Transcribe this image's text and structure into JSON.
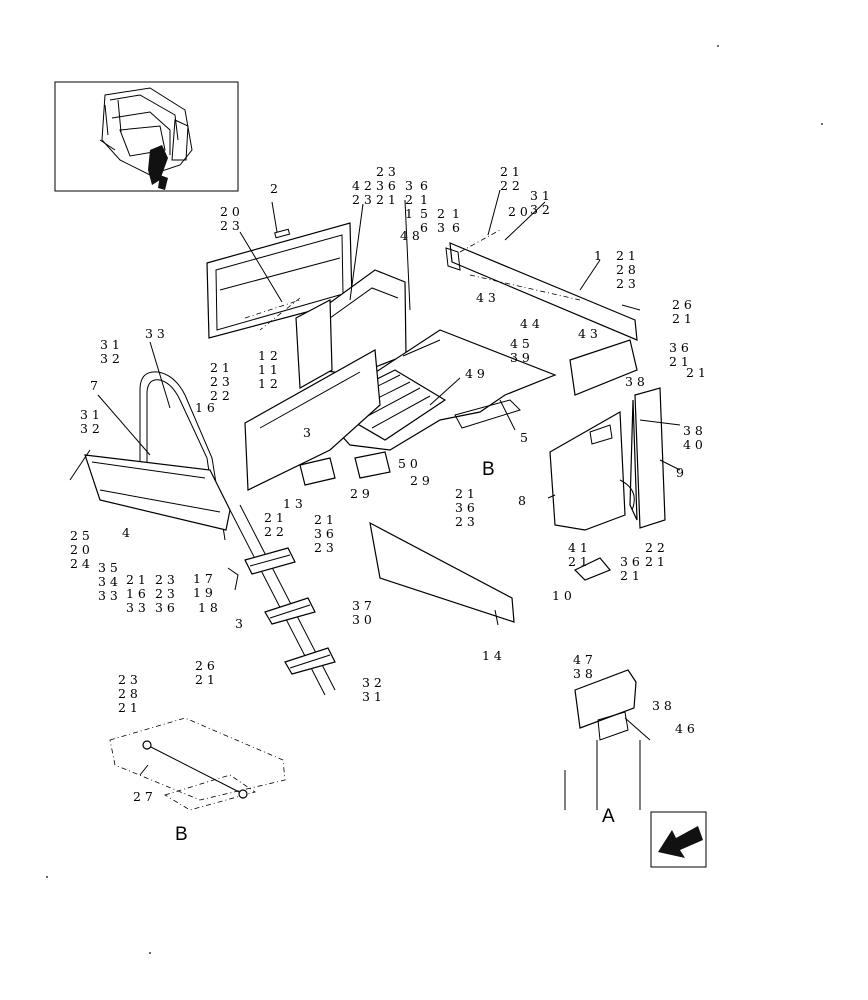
{
  "view_labels": {
    "b_main": "B",
    "b_detail": "B",
    "a_detail": "A"
  },
  "callouts": {
    "c1": "2",
    "c2": "2 0\n2 3",
    "c3": "4 2\n2 3",
    "c4": "2 3\n3 6\n2 1",
    "c5": "3\n2\n1",
    "c6": "6\n1\n5\n6",
    "c7": "2\n3",
    "c8": "1\n6",
    "c9": "4 8",
    "c10": "2 1\n2 2",
    "c11": "2 0",
    "c12": "3 1\n3 2",
    "c13": "1",
    "c14": "2 1\n2 8\n2 3",
    "c15": "2 6\n2 1",
    "c16": "3 3",
    "c17": "3 1\n3 2",
    "c18": "1 2\n1 1\n1 2",
    "c19": "2 1\n2 3\n2 2",
    "c20": "4 3",
    "c21": "4 4",
    "c22": "4 3",
    "c23": "4 5\n3 9",
    "c24": "3 6\n2 1",
    "c25": "2 1",
    "c26": "4 9",
    "c27": "7",
    "c28": "1 6",
    "c29": "3 1\n3 2",
    "c30": "3",
    "c31": "3 8",
    "c32": "3 8\n4 0",
    "c33": "5",
    "c34": "5 0",
    "c35": "2 9",
    "c36": "2 9",
    "c37": "9",
    "c38": "8",
    "c39": "1 3",
    "c40": "2 1\n2 2",
    "c41": "2 1\n3 6\n2 3",
    "c42": "2 1\n3 6\n2 3",
    "c43": "2 5\n2 0\n2 4",
    "c44": "4",
    "c45": "3 5\n3 4\n3 3",
    "c46": "2 1\n1 6\n3 3",
    "c47": "2 3\n2 3\n3 6",
    "c48": "1 7\n1 9",
    "c49": "1 8",
    "c50": "4 1\n2 1",
    "c51": "3 6\n2 1",
    "c52": "2 2\n2 1",
    "c53": "1 0",
    "c54": "3",
    "c55": "3 7\n3 0",
    "c56": "1 4",
    "c57": "2 6\n2 1",
    "c58": "2 3\n2 8\n2 1",
    "c59": "3 2\n3 1",
    "c60": "2 7",
    "c61": "4 7\n3 8",
    "c62": "3 8",
    "c63": "4 6"
  }
}
